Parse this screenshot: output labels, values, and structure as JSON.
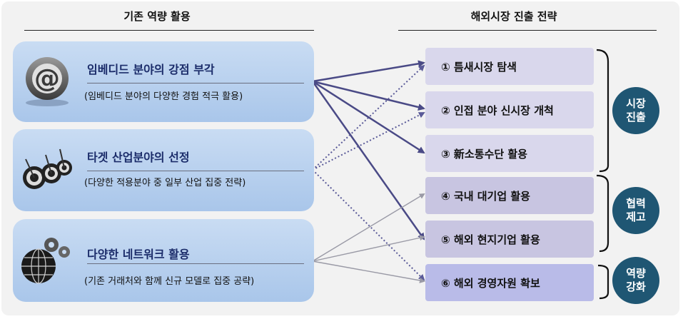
{
  "headers": {
    "left": "기존 역량 활용",
    "right": "해외시장 진출 전략"
  },
  "capabilities": [
    {
      "title": "임베디드 분야의 강점 부각",
      "subtitle": "(임베디드 분야의 다양한 경험 적극 활용)",
      "icon": "at-sign-icon"
    },
    {
      "title": "타겟 산업분야의 선정",
      "subtitle": "(다양한 적용분야 중 일부 산업 집중 전략)",
      "icon": "dartboard-icon"
    },
    {
      "title": "다양한 네트워크 활용",
      "subtitle": "(기존 거래처와 함께 신규 모델로 집중 공략)",
      "icon": "globe-gears-icon"
    }
  ],
  "strategies": [
    "① 틈새시장 탐색",
    "② 인접 분야 신시장 개척",
    "③ 新소통수단 활용",
    "④ 국내 대기업 활용",
    "⑤ 해외 현지기업 활용",
    "⑥ 해외 경영자원 확보"
  ],
  "groups": [
    {
      "line1": "시장",
      "line2": "진출"
    },
    {
      "line1": "협력",
      "line2": "제고"
    },
    {
      "line1": "역량",
      "line2": "강화"
    }
  ],
  "colors": {
    "solid_arrow": "#4a4a86",
    "dotted_arrow": "#5a5a98",
    "thin_arrow": "#9a9aa6",
    "circle": "#1f5673"
  }
}
